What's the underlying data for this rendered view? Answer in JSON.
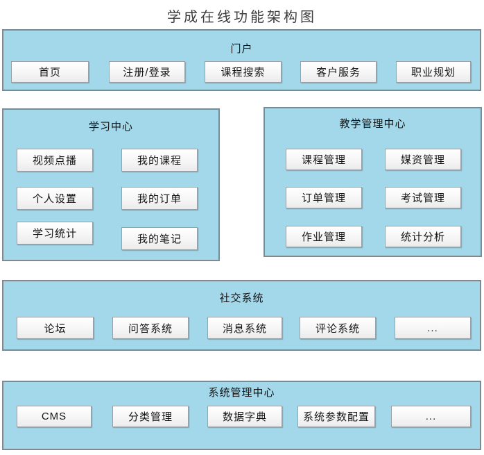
{
  "title": "学成在线功能架构图",
  "colors": {
    "section_fill": "#a3d7ea",
    "section_border": "#7d8a91",
    "button_fill_top": "#ffffff",
    "button_fill_bottom": "#ebebeb",
    "button_border": "#9aa0a6",
    "text": "#141414"
  },
  "sections": [
    {
      "id": "portal",
      "label": "门户",
      "buttons": [
        "首页",
        "注册/登录",
        "课程搜索",
        "客户服务",
        "职业规划"
      ]
    },
    {
      "id": "learning-center",
      "label": "学习中心",
      "buttons": [
        "视频点播",
        "我的课程",
        "个人设置",
        "我的订单",
        "学习统计",
        "我的笔记"
      ]
    },
    {
      "id": "teaching-mgmt-center",
      "label": "教学管理中心",
      "buttons": [
        "课程管理",
        "媒资管理",
        "订单管理",
        "考试管理",
        "作业管理",
        "统计分析"
      ]
    },
    {
      "id": "social-system",
      "label": "社交系统",
      "buttons": [
        "论坛",
        "问答系统",
        "消息系统",
        "评论系统",
        "..."
      ]
    },
    {
      "id": "system-mgmt-center",
      "label": "系统管理中心",
      "buttons": [
        "CMS",
        "分类管理",
        "数据字典",
        "系统参数配置",
        "..."
      ]
    }
  ]
}
